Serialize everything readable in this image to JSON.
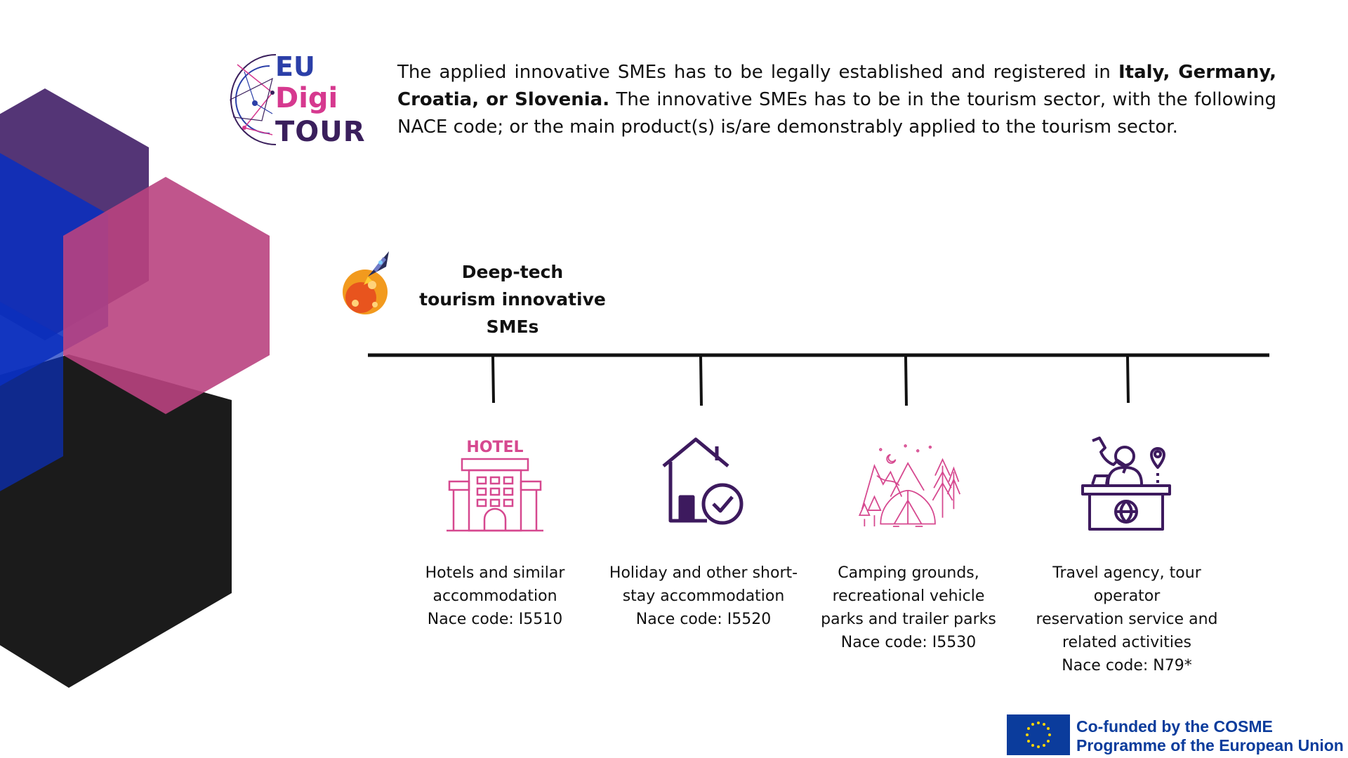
{
  "logo": {
    "line1": "EU",
    "line2": "Digi",
    "line3": "TOUR"
  },
  "intro": {
    "p1": "The applied innovative SMEs has to be legally established and registered in ",
    "countries": "Italy, Germany, Croatia, or Slovenia.",
    "p2": " The innovative SMEs has to be in the tourism sector, with the following NACE code; or the main product(s) is/are demonstrably applied to the tourism sector."
  },
  "deeptech": {
    "line1": "Deep-tech",
    "line2": "tourism innovative SMEs"
  },
  "categories": [
    {
      "icon": "hotel-icon",
      "icon_text": "HOTEL",
      "lines": [
        "Hotels and similar",
        "accommodation",
        "Nace code: I5510"
      ]
    },
    {
      "icon": "house-check-icon",
      "lines": [
        "Holiday and other short-",
        "stay accommodation",
        "Nace code: I5520"
      ]
    },
    {
      "icon": "camping-icon",
      "lines": [
        "Camping grounds,",
        "recreational vehicle",
        "parks and trailer parks",
        "Nace code: I5530"
      ]
    },
    {
      "icon": "travel-agency-icon",
      "lines": [
        "Travel agency, tour operator",
        "reservation service and",
        "related activities",
        "Nace code: N79*"
      ]
    }
  ],
  "footer": {
    "line1": "Co-funded by the COSME",
    "line2": "Programme of the European Union"
  },
  "colors": {
    "hex_purple": "#4b2a6f",
    "hex_blue": "#0a2fbe",
    "hex_pink": "#b9437f",
    "hex_black": "#1b1b1b",
    "logo_blue": "#2b3fa8",
    "logo_pink": "#d6398f",
    "logo_dark": "#3a1f5c",
    "icon_pink": "#d6488f",
    "icon_purple": "#3d1a5e",
    "eu_blue": "#0b3c9c",
    "eu_star": "#ffd500"
  }
}
